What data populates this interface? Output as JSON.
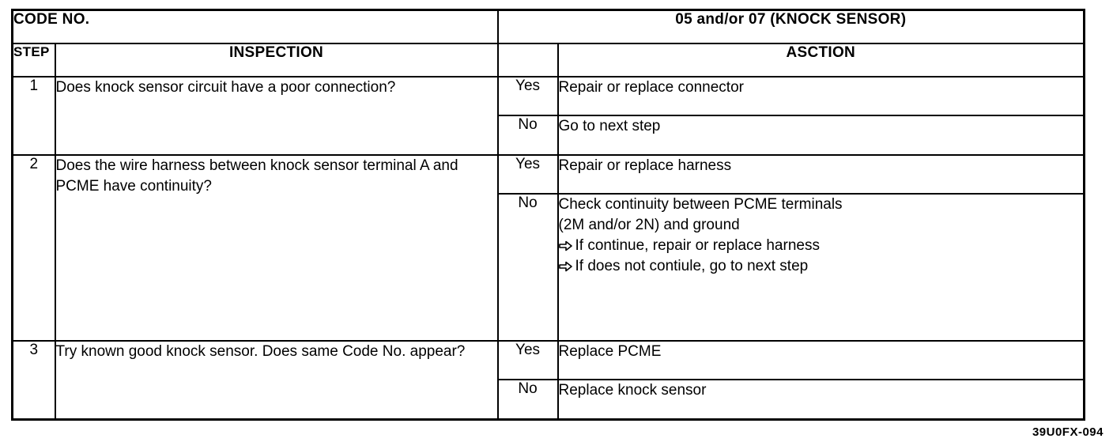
{
  "document": {
    "figure_code": "39U0FX-094"
  },
  "header": {
    "code_no_label": "CODE NO.",
    "code_title": "05 and/or 07 (KNOCK SENSOR)",
    "col_step": "STEP",
    "col_inspection": "INSPECTION",
    "col_action": "ASCTION"
  },
  "steps": [
    {
      "number": "1",
      "inspection": "Does knock sensor circuit have a poor connection?",
      "branches": [
        {
          "answer": "Yes",
          "action_lines": [
            "Repair or replace connector"
          ]
        },
        {
          "answer": "No",
          "action_lines": [
            "Go to next step"
          ]
        }
      ]
    },
    {
      "number": "2",
      "inspection": "Does the wire harness between knock sensor terminal A and PCME have continuity?",
      "branches": [
        {
          "answer": "Yes",
          "action_lines": [
            "Repair or replace harness"
          ]
        },
        {
          "answer": "No",
          "action_lines": [
            "Check continuity between PCME terminals",
            "(2M and/or 2N) and ground"
          ],
          "bullet_lines": [
            "If continue, repair or replace harness",
            "If does not contiule, go to next step"
          ]
        }
      ]
    },
    {
      "number": "3",
      "inspection": "Try known good knock sensor. Does same Code No. appear?",
      "branches": [
        {
          "answer": "Yes",
          "action_lines": [
            "Replace PCME"
          ]
        },
        {
          "answer": "No",
          "action_lines": [
            "Replace knock sensor"
          ]
        }
      ]
    }
  ]
}
